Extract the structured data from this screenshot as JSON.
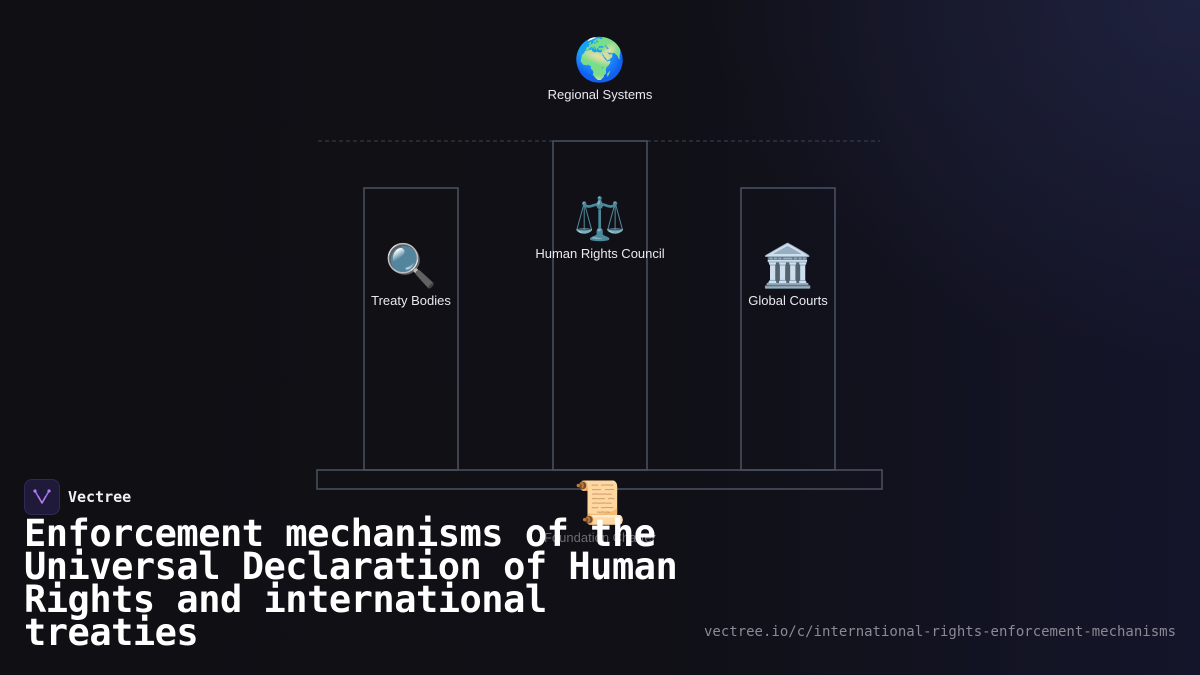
{
  "diagram": {
    "nodes": {
      "regional": {
        "icon": "🌍",
        "icon_name": "globe-icon",
        "label": "Regional Systems"
      },
      "council": {
        "icon": "⚖️",
        "icon_name": "scales-icon",
        "label": "Human Rights Council"
      },
      "treaty": {
        "icon": "🔍",
        "icon_name": "magnifier-icon",
        "label": "Treaty Bodies"
      },
      "courts": {
        "icon": "🏛️",
        "icon_name": "courthouse-icon",
        "label": "Global Courts"
      },
      "foundation": {
        "icon": "📜",
        "icon_name": "scroll-icon",
        "label": "Foundation Charter"
      }
    }
  },
  "brand": {
    "name": "Vectree",
    "icon_name": "vectree-logo-icon"
  },
  "title": "Enforcement mechanisms of the Universal Declaration of Human Rights and international treaties",
  "url": "vectree.io/c/international-rights-enforcement-mechanisms",
  "colors": {
    "background": "#0f0f14",
    "outline": "#4a5262",
    "accent": "#8b5cf6"
  }
}
